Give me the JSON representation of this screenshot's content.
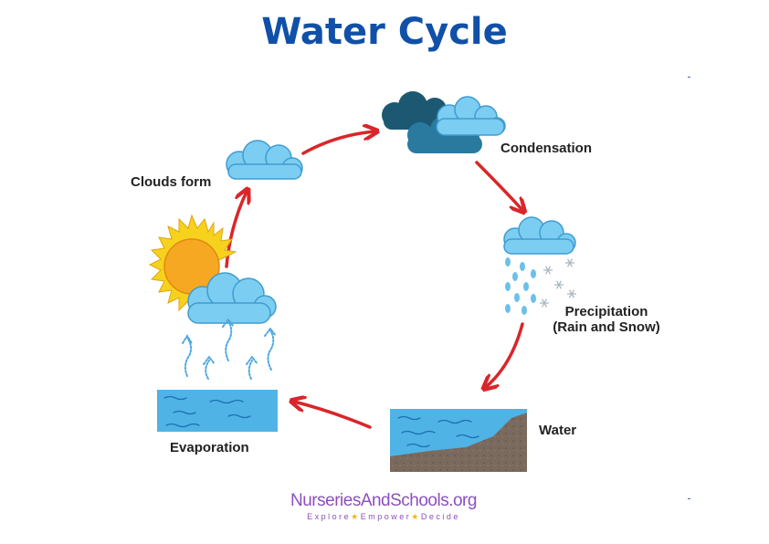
{
  "title": "Water Cycle",
  "stages": {
    "clouds_form": "Clouds form",
    "condensation": "Condensation",
    "precipitation_line1": "Precipitation",
    "precipitation_line2": "(Rain and Snow)",
    "water": "Water",
    "evaporation": "Evaporation"
  },
  "brand": {
    "name": "NurseriesAndSchools.org",
    "tagline_parts": [
      "Explore",
      "Empower",
      "Decide"
    ]
  },
  "colors": {
    "title": "#1150a8",
    "arrow": "#d9262a",
    "water": "#4fb3e6",
    "cloud_light": "#7ccdf2",
    "cloud_dark": "#1d5873",
    "brand": "#8b4fbf"
  }
}
